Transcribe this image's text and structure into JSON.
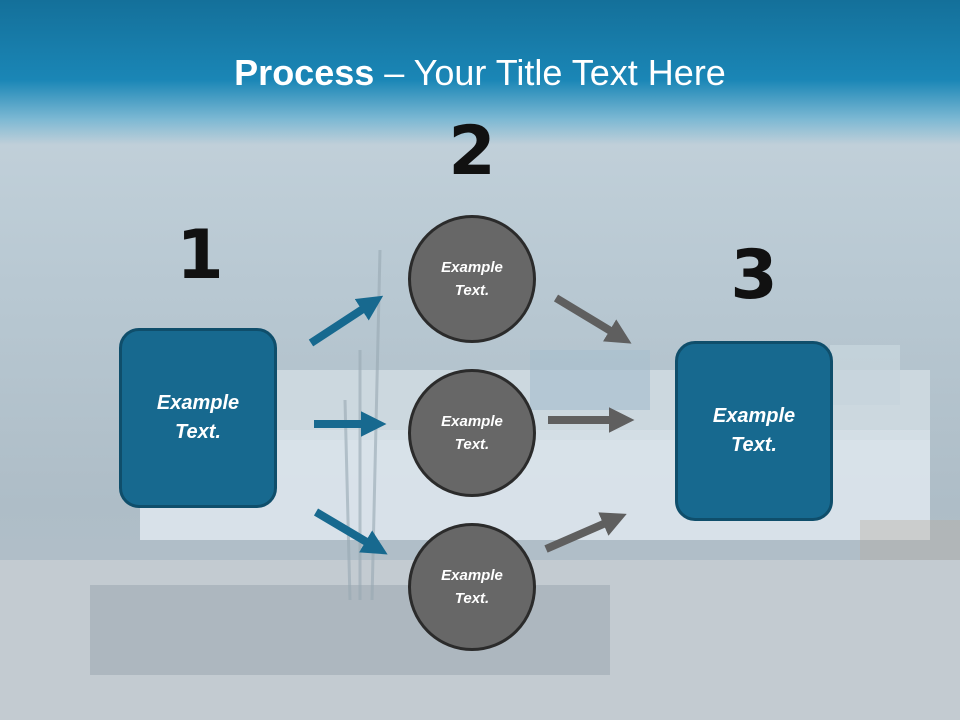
{
  "title": {
    "bold": "Process",
    "rest": " – Your Title Text Here"
  },
  "steps": [
    {
      "number": "1",
      "label": "Example Text."
    },
    {
      "number": "2"
    },
    {
      "number": "3",
      "label": "Example Text."
    }
  ],
  "circles": [
    {
      "label": "Example Text."
    },
    {
      "label": "Example Text."
    },
    {
      "label": "Example Text."
    }
  ],
  "colors": {
    "box": "#17698f",
    "circle": "#676767",
    "blue_arrow": "#17698f",
    "gray_arrow": "#5f5f5f",
    "header": "#1a86b6"
  }
}
